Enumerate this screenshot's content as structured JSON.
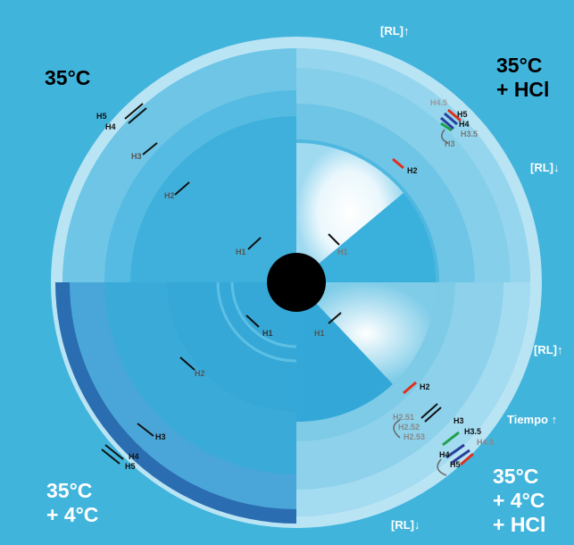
{
  "quadrants": {
    "top_left": {
      "temperature": "35°C"
    },
    "top_right": {
      "temperature": "35°C",
      "additive": "+ HCl"
    },
    "bottom_left": {
      "temperature": "35°C",
      "additive": "+ 4°C"
    },
    "bottom_right": {
      "temperature": "35°C",
      "additive_1": "+ 4°C",
      "additive_2": "+ HCl"
    }
  },
  "annotations": {
    "rl_up_top": "[RL]↑",
    "rl_down_right": "[RL]↓",
    "rl_up_right": "[RL]↑",
    "time_label": "Tiempo ↑",
    "rl_down_bottom": "[RL]↓"
  },
  "markers": {
    "top_left": {
      "h5": "H5",
      "h4": "H4",
      "h3": "H3",
      "h2": "H2",
      "h1": "H1"
    },
    "top_right": {
      "h45": "H4.5",
      "h5": "H5",
      "h4": "H4",
      "h35": "H3.5",
      "h3": "H3",
      "h2": "H2",
      "h1": "H1"
    },
    "bottom_left": {
      "h1": "H1",
      "h2": "H2",
      "h3": "H3",
      "h4": "H4",
      "h5": "H5"
    },
    "bottom_right": {
      "h1": "H1",
      "h2": "H2",
      "h251": "H2.51",
      "h252": "H2.52",
      "h253": "H2.53",
      "h3": "H3",
      "h35": "H3.5",
      "h45": "H4.5",
      "h4": "H4",
      "h5": "H5"
    }
  },
  "colors": {
    "background": "#41b4dc",
    "ring_light": "#8fd4ee",
    "inner_disc": "#29a9d4",
    "core": "#000000",
    "dark_band": "#1f5f9c",
    "red_arrow": "#e0301e",
    "green_arrow": "#1fa04a",
    "blue_arrow": "#2a3f9c"
  }
}
